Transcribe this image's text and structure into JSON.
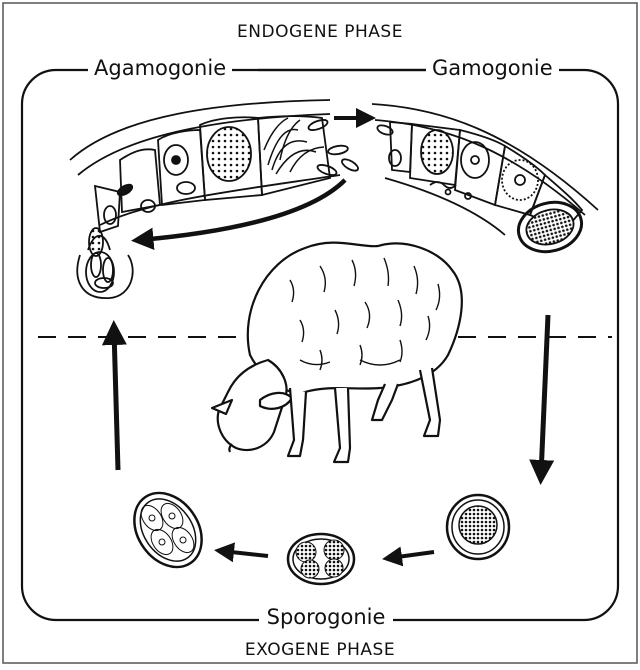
{
  "phases": {
    "top": "ENDOGENE PHASE",
    "bottom": "EXOGENE PHASE"
  },
  "stages": {
    "asexual": "Agamogonie",
    "sexual": "Gamogonie",
    "spore": "Sporogonie"
  },
  "colors": {
    "ink": "#111111",
    "paper": "#ffffff"
  },
  "icons": [
    "sheep-illustration",
    "intestinal-epithelium",
    "oocyst"
  ]
}
